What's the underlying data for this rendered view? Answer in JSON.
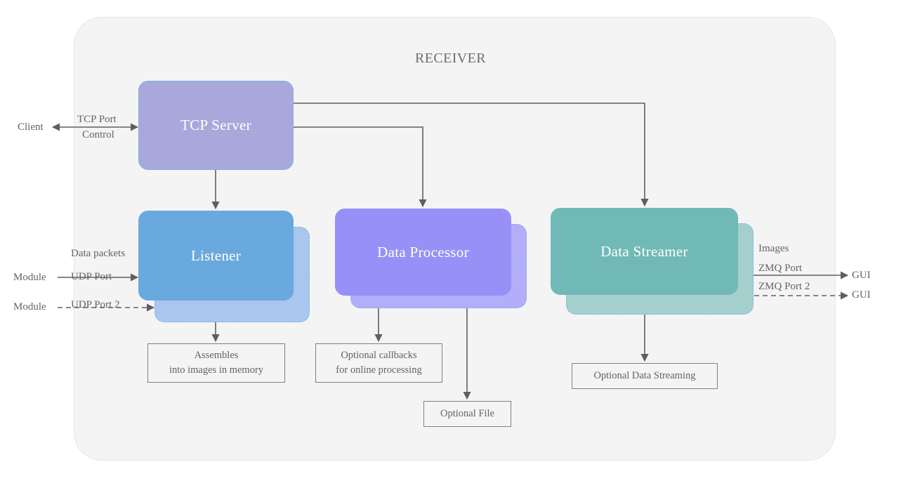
{
  "diagram": {
    "title": "RECEIVER",
    "panel_color": "#f4f4f4",
    "wire_color": "#5f5f5f"
  },
  "nodes": {
    "tcp_server": {
      "label": "TCP Server",
      "color": "#a9a8dc"
    },
    "listener": {
      "label": "Listener",
      "color": "#6aa9dd",
      "shadow_color": "#a8c6ee"
    },
    "data_processor": {
      "label": "Data Processor",
      "color": "#9791f7",
      "shadow_color": "#b3aef9"
    },
    "data_streamer": {
      "label": "Data Streamer",
      "color": "#71b9b6",
      "shadow_color": "#a4cfcc"
    }
  },
  "notes": {
    "assembles": "Assembles\ninto images in memory",
    "callbacks": "Optional callbacks\nfor online processing",
    "optional_stream": "Optional Data Streaming",
    "optional_file": "Optional File"
  },
  "endpoints": {
    "client": "Client",
    "module_1": "Module",
    "module_2": "Module",
    "gui_1": "GUI",
    "gui_2": "GUI"
  },
  "edge_labels": {
    "tcp_port": "TCP Port",
    "control": "Control",
    "data_packets": "Data packets",
    "udp_port": "UDP Port",
    "udp_port_2": "UDP Port 2",
    "images": "Images",
    "zmq_port": "ZMQ Port",
    "zmq_port_2": "ZMQ Port 2"
  }
}
